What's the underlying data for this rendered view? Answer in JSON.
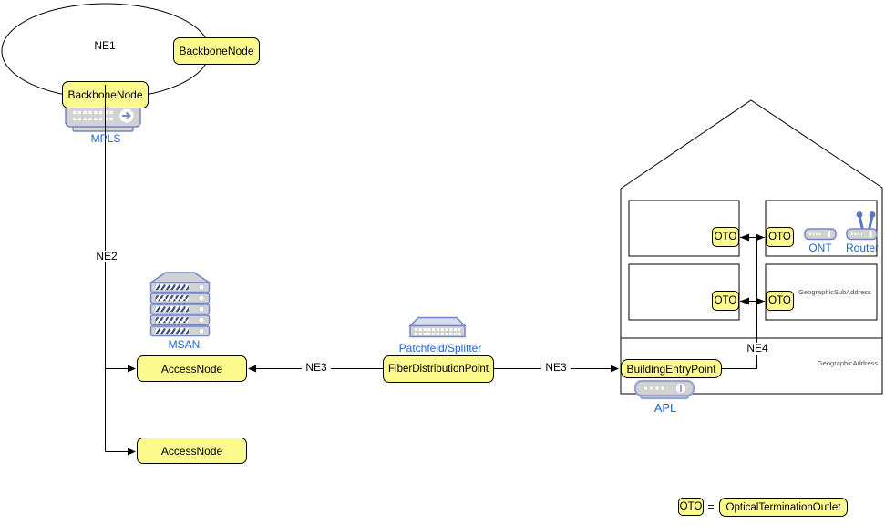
{
  "backbone": {
    "ring_label": "NE1",
    "top_node": "BackboneNode",
    "bottom_node": "BackboneNode",
    "mpls": "MPLS",
    "ne2": "NE2"
  },
  "access": {
    "msan": "MSAN",
    "node_upper": "AccessNode",
    "node_lower": "AccessNode",
    "ne3_left": "NE3",
    "patchfeld": "Patchfeld/Splitter",
    "fdp": "FiberDistributionPoint",
    "ne3_right": "NE3"
  },
  "building": {
    "entry": "BuildingEntryPoint",
    "apl": "APL",
    "ne4": "NE4",
    "otos": [
      "OTO",
      "OTO",
      "OTO",
      "OTO"
    ],
    "ont": "ONT",
    "router": "Router",
    "geo_sub": "GeographicSubAddress",
    "geo": "GeographicAddress"
  },
  "legend": {
    "oto": "OTO",
    "eq": "=",
    "full": "OpticalTerminationOutlet"
  },
  "colors": {
    "node_fill": "#FCF98D",
    "node_border": "#000000",
    "label_blue": "#1C64D2",
    "icon_stroke": "#7585C8",
    "icon_fill": "#D2D2D2",
    "muted": "#4D4D4D",
    "line": "#000000"
  }
}
